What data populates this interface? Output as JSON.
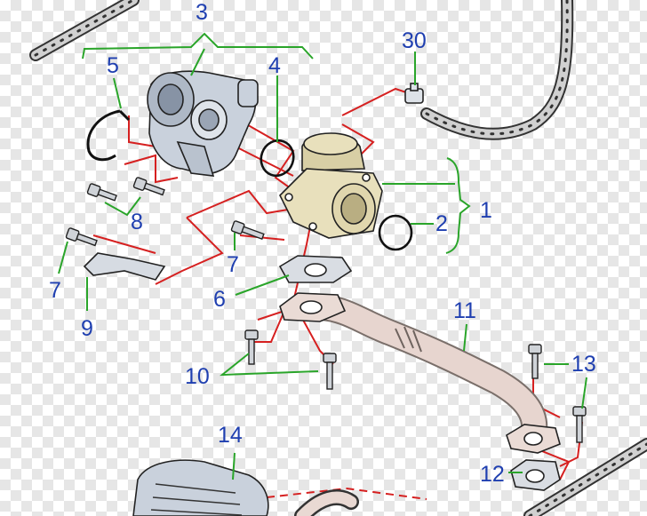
{
  "diagram": {
    "callouts": [
      {
        "id": "c3",
        "text": "3"
      },
      {
        "id": "c5",
        "text": "5"
      },
      {
        "id": "c4",
        "text": "4"
      },
      {
        "id": "c30",
        "text": "30"
      },
      {
        "id": "c1",
        "text": "1"
      },
      {
        "id": "c2",
        "text": "2"
      },
      {
        "id": "c8",
        "text": "8"
      },
      {
        "id": "c7a",
        "text": "7"
      },
      {
        "id": "c7b",
        "text": "7"
      },
      {
        "id": "c9",
        "text": "9"
      },
      {
        "id": "c6",
        "text": "6"
      },
      {
        "id": "c11",
        "text": "11"
      },
      {
        "id": "c10",
        "text": "10"
      },
      {
        "id": "c13",
        "text": "13"
      },
      {
        "id": "c14",
        "text": "14"
      },
      {
        "id": "c12",
        "text": "12"
      }
    ],
    "colors": {
      "callout_text": "#1f3fb0",
      "leader_line": "#2aa52a",
      "assembly_line": "#d62020",
      "part_fill": "#c9d1dc",
      "hose_fill": "#e7d5cf"
    }
  }
}
